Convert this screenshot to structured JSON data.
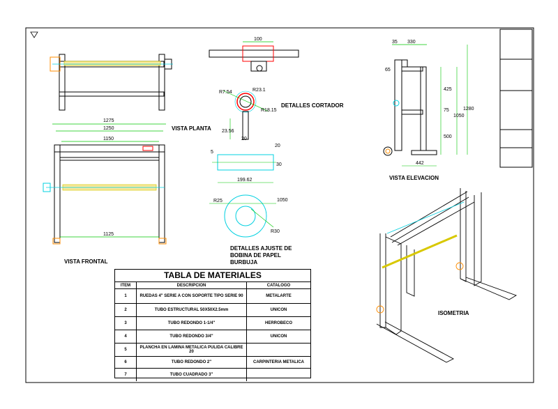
{
  "views": {
    "vista_planta": "VISTA PLANTA",
    "vista_frontal": "VISTA FRONTAL",
    "vista_elevacion": "VISTA ELEVACION",
    "detalles_cortador": "DETALLES CORTADOR",
    "detalles_ajuste_1": "DETALLES AJUSTE DE",
    "detalles_ajuste_2": "BOBINA DE PAPEL",
    "detalles_ajuste_3": "BURBUJA",
    "isometria": "ISOMETRIA"
  },
  "dimensions": {
    "d1275": "1275",
    "d1250": "1250",
    "d1150": "1150",
    "d1125": "1125",
    "d100": "100",
    "d2375": "R7.54",
    "d2321": "R23.1",
    "d1815": "R18.15",
    "d2356": "23.56",
    "d20a": "20",
    "d5": "5",
    "d20b": "20",
    "d80": "30",
    "d19962": "199.62",
    "d25a": "R25",
    "d1050": "1050",
    "d80b": "R30",
    "d35": "35",
    "d330": "330",
    "d65": "65",
    "d425": "425",
    "d75": "75",
    "d1050b": "1050",
    "d1280": "1280",
    "d500": "500",
    "d442": "442"
  },
  "table": {
    "title": "TABLA DE MATERIALES",
    "headers": [
      "ITEM",
      "DESCRIPCION",
      "CATALOGO"
    ],
    "rows": [
      {
        "item": "1",
        "desc": "RUEDAS 4\" SERIE A CON SOPORTE TIPO SERIE 90",
        "cat": "METALARTE"
      },
      {
        "item": "2",
        "desc": "TUBO ESTRUCTURAL 50X50X2.5mm",
        "cat": "UNICON"
      },
      {
        "item": "3",
        "desc": "TUBO REDONDO 1-1/4\"",
        "cat": "HERROBECO"
      },
      {
        "item": "4",
        "desc": "TUBO REDONDO 3/4\"",
        "cat": "UNICON"
      },
      {
        "item": "5",
        "desc": "PLANCHA EN LAMINA METALICA PULIDA CALIBRE 20",
        "cat": ""
      },
      {
        "item": "6",
        "desc": "TUBO REDONDO 2\"",
        "cat": "CARPINTERIA METALICA"
      },
      {
        "item": "7",
        "desc": "TUBO CUADRADO 3\"",
        "cat": ""
      }
    ]
  },
  "colors": {
    "dim": "#00c800",
    "line": "#000000",
    "center": "#ff0000",
    "accent": "#ff8c00",
    "cyan": "#00d0e0",
    "yellow": "#d8c800"
  }
}
